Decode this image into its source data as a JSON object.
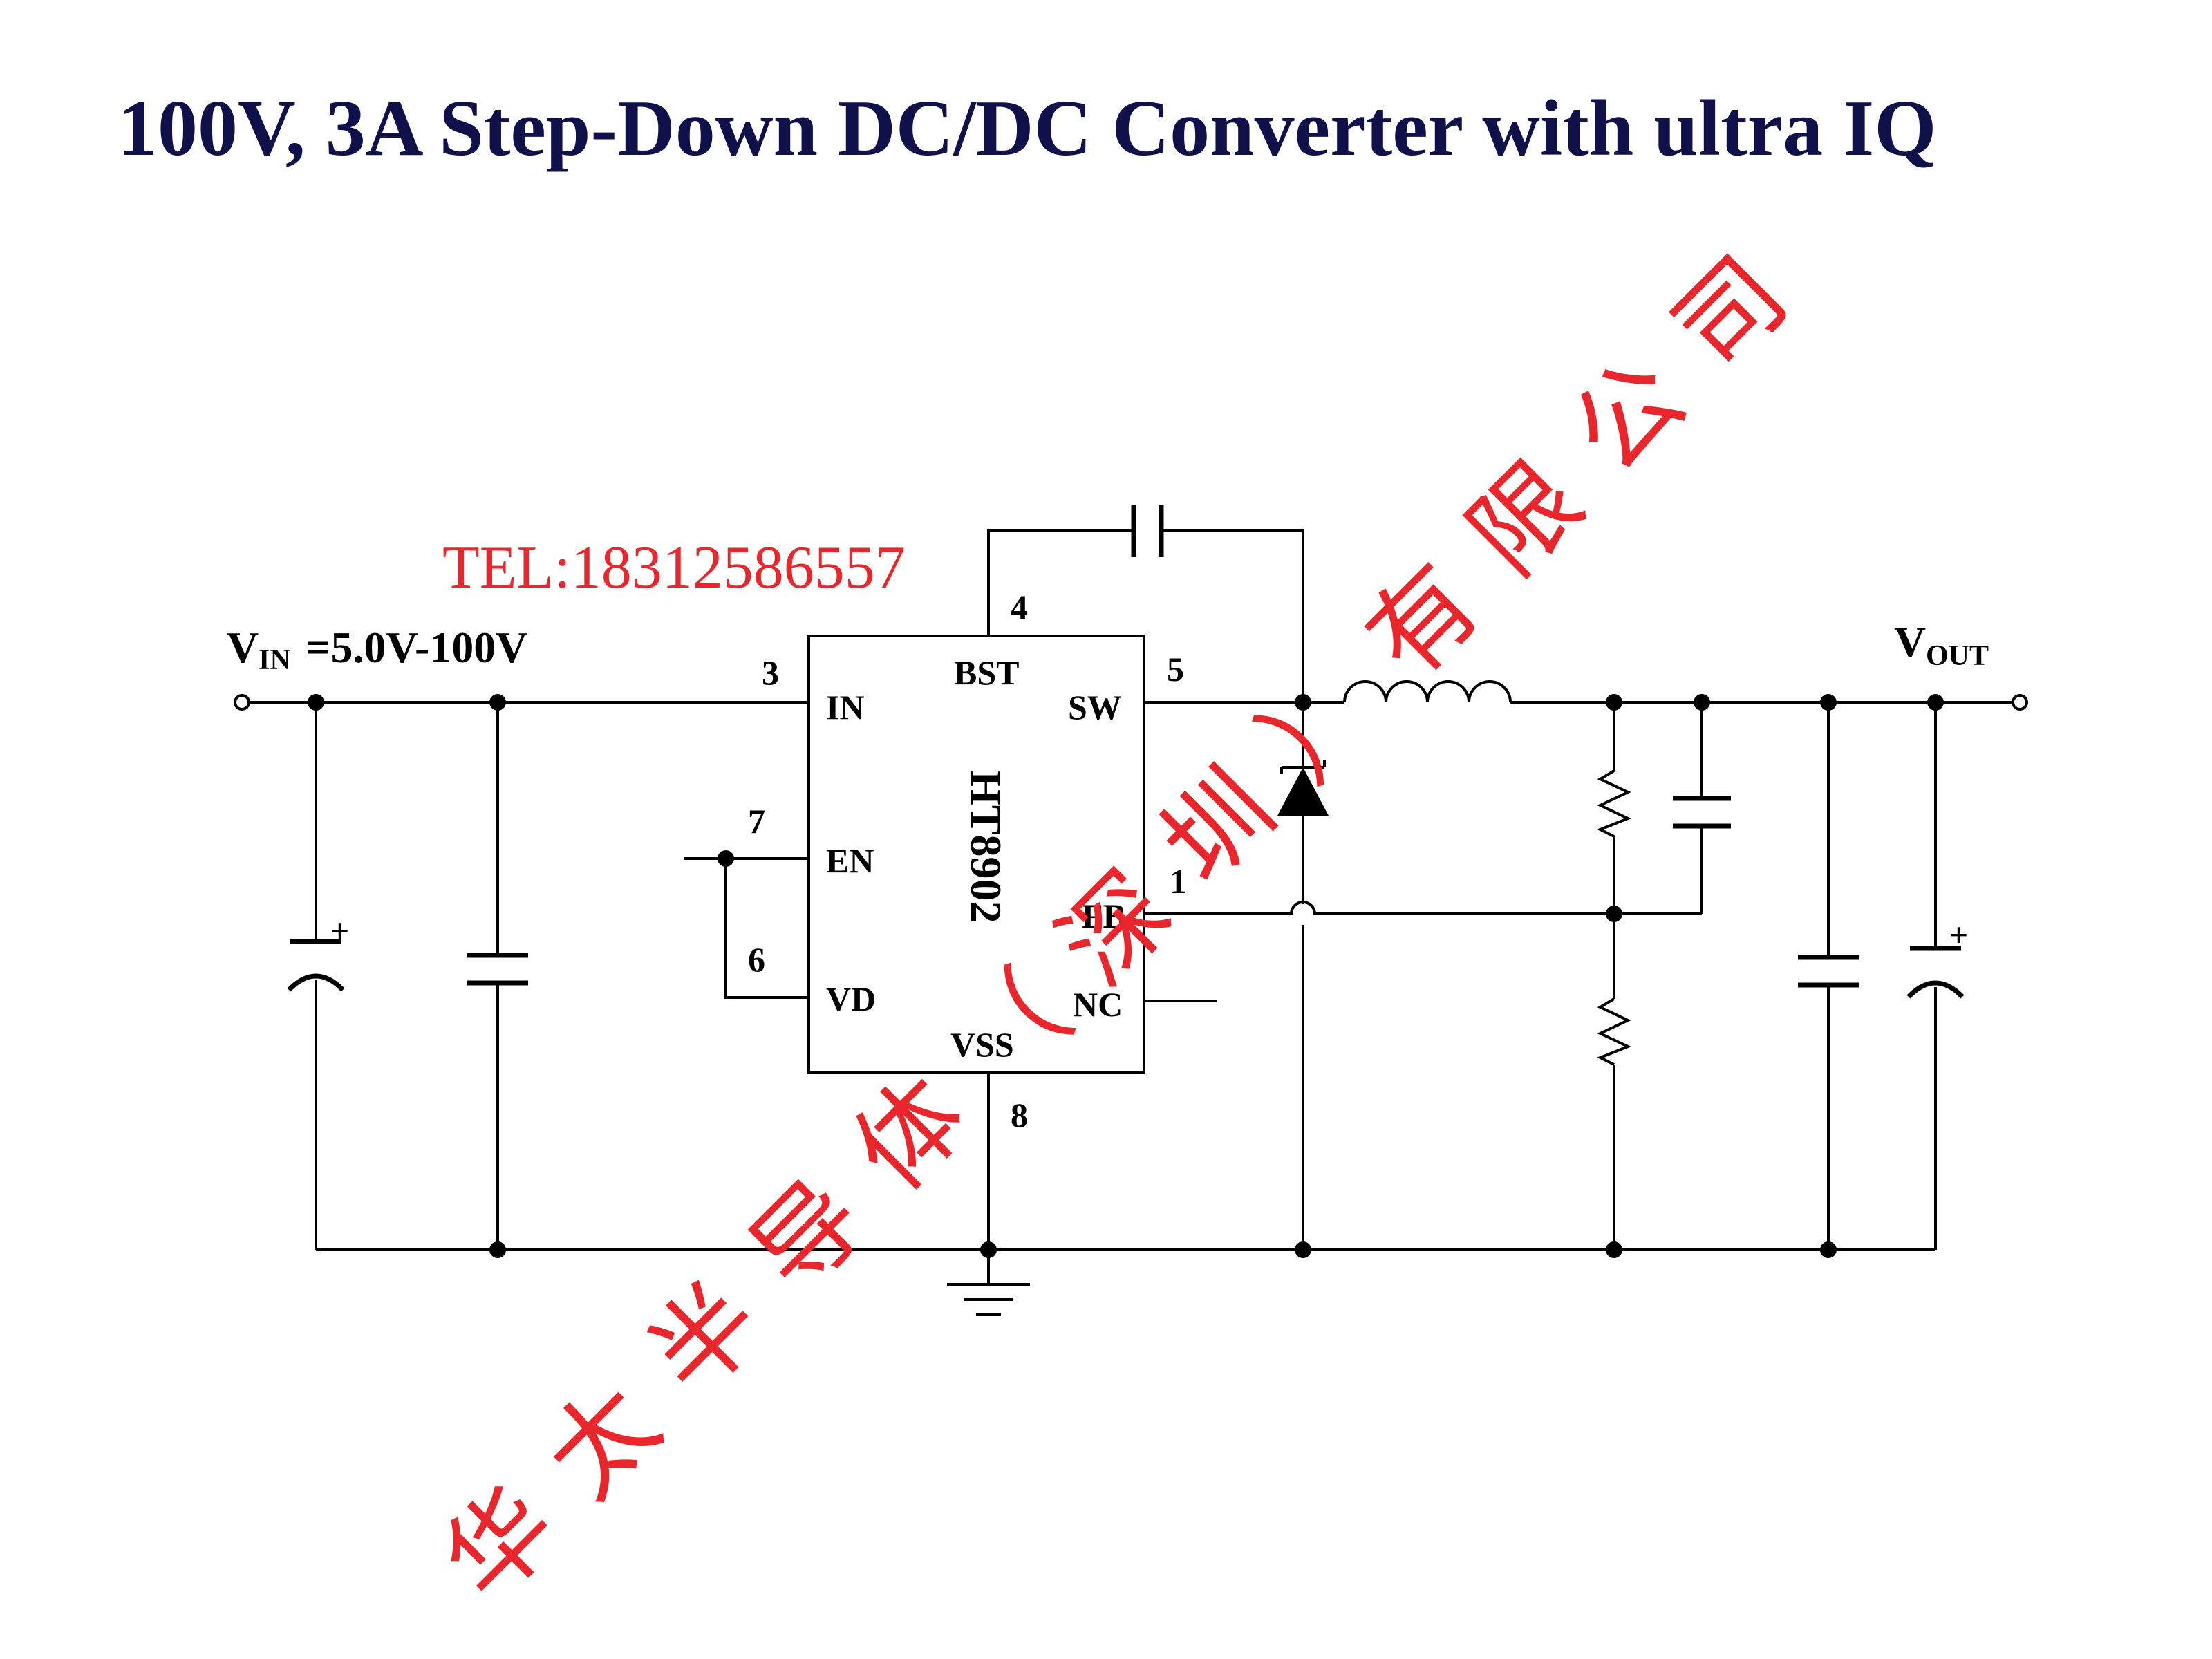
{
  "title": "100V, 3A Step-Down DC/DC Converter with ultra IQ",
  "input": {
    "v_main": "V",
    "v_sub": "IN",
    "v_range": "=5.0V-100V"
  },
  "output": {
    "v_main": "V",
    "v_sub": "OUT"
  },
  "ic": {
    "part": "HT8902",
    "pins": {
      "in": {
        "name": "IN",
        "num": "3"
      },
      "bst": {
        "name": "BST",
        "num": "4"
      },
      "sw": {
        "name": "SW",
        "num": "5"
      },
      "en": {
        "name": "EN",
        "num": "7"
      },
      "vd": {
        "name": "VD",
        "num": "6"
      },
      "fb": {
        "name": "FB",
        "num": "1"
      },
      "nc": {
        "name": "NC"
      },
      "vss": {
        "name": "VSS",
        "num": "8"
      }
    }
  },
  "polarity_mark": "+",
  "watermark": {
    "tel": "TEL:18312586557",
    "company_chars": [
      "华",
      "太",
      "半",
      "导",
      "体",
      "（",
      "深",
      "圳",
      "）",
      "有",
      "限",
      "公",
      "司"
    ],
    "color": "#e8262c"
  },
  "colors": {
    "title": "#10104a",
    "ink": "#000000"
  }
}
